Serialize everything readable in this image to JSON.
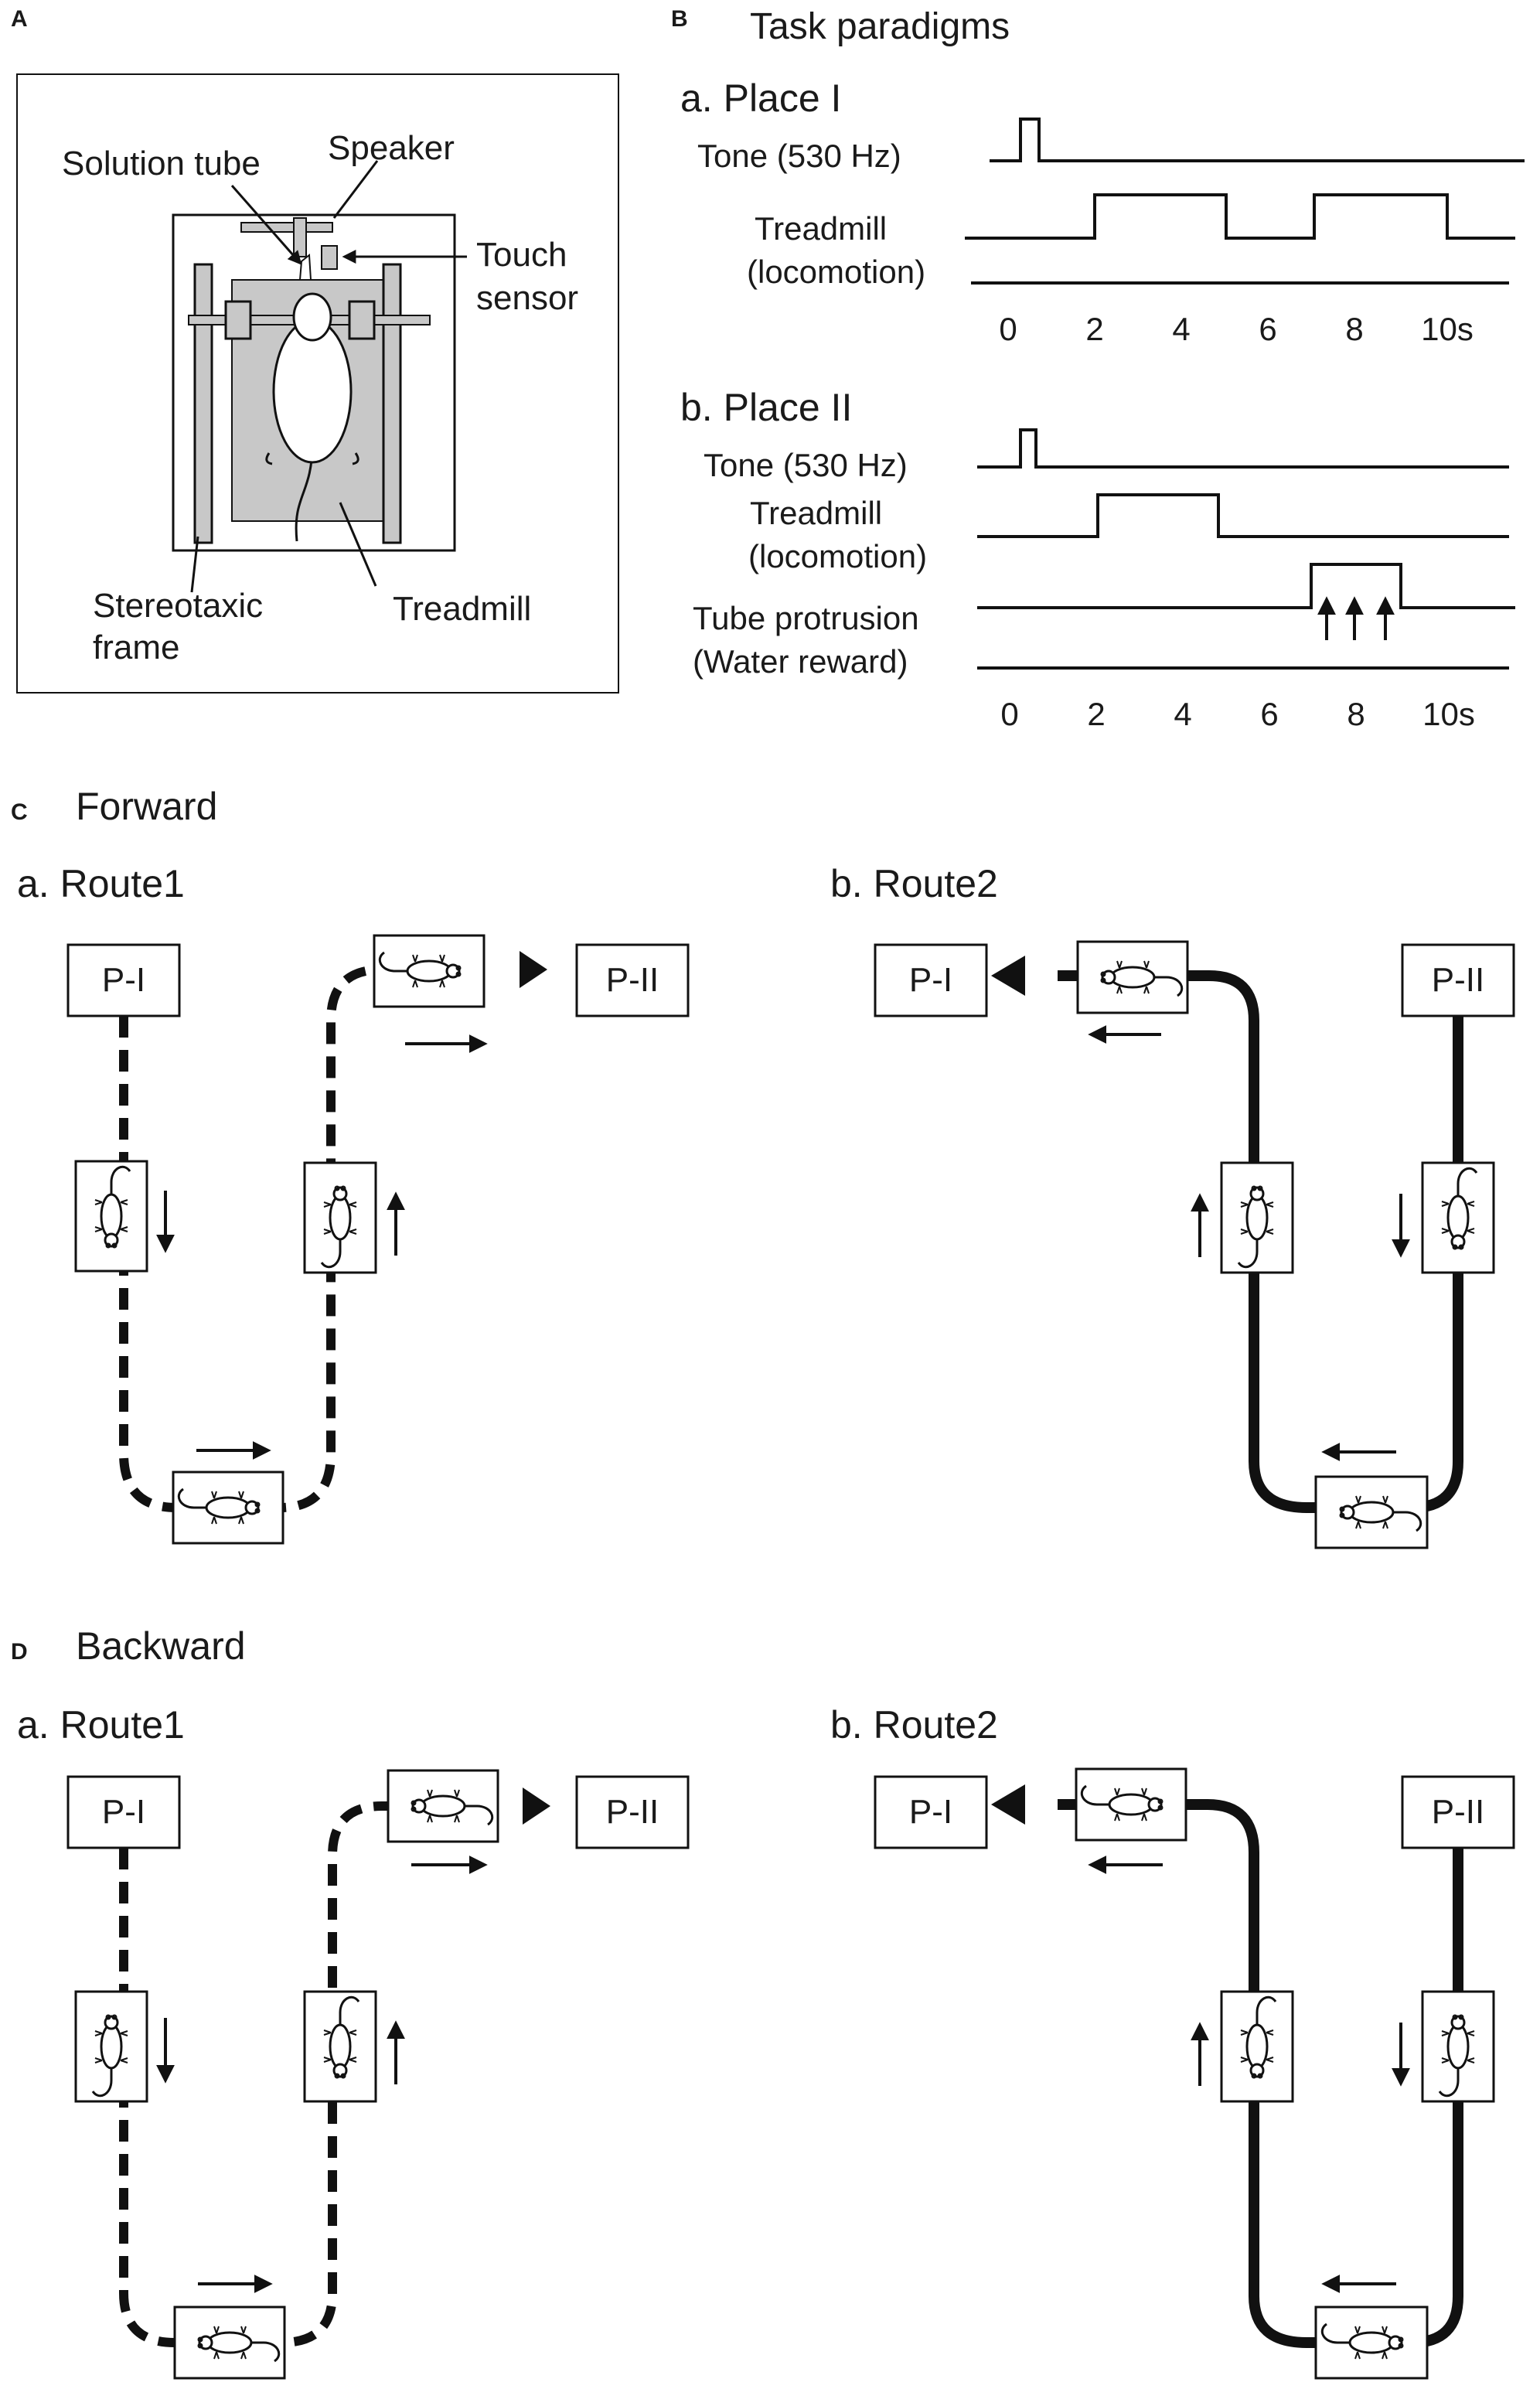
{
  "panels": {
    "A": {
      "letter": "A",
      "labels": {
        "solution_tube": "Solution tube",
        "speaker": "Speaker",
        "touch": "Touch",
        "sensor": "sensor",
        "stereotaxic": "Stereotaxic",
        "frame": "frame",
        "treadmill": "Treadmill"
      }
    },
    "B": {
      "letter": "B",
      "title": "Task paradigms",
      "place1": {
        "heading": "a. Place I",
        "tone": "Tone (530 Hz)",
        "treadmill": "Treadmill",
        "locomotion": "(locomotion)",
        "ticks": [
          "0",
          "2",
          "4",
          "6",
          "8",
          "10s"
        ]
      },
      "place2": {
        "heading": "b. Place II",
        "tone": "Tone (530 Hz)",
        "treadmill": "Treadmill",
        "locomotion": "(locomotion)",
        "tube": "Tube protrusion",
        "water": "(Water reward)",
        "ticks": [
          "0",
          "2",
          "4",
          "6",
          "8",
          "10s"
        ]
      }
    },
    "C": {
      "letter": "C",
      "title": "Forward",
      "route1": {
        "heading": "a. Route1",
        "start": "P-I",
        "end": "P-II"
      },
      "route2": {
        "heading": "b. Route2",
        "start": "P-II",
        "end": "P-I"
      }
    },
    "D": {
      "letter": "D",
      "title": "Backward",
      "route1": {
        "heading": "a. Route1",
        "start": "P-I",
        "end": "P-II"
      },
      "route2": {
        "heading": "b. Route2",
        "start": "P-II",
        "end": "P-I"
      }
    }
  }
}
